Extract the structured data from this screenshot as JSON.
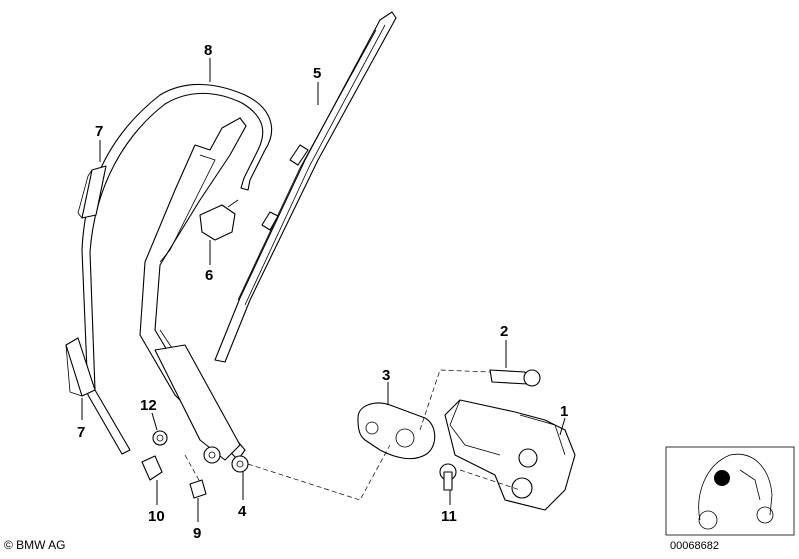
{
  "callouts": [
    {
      "id": "c1",
      "label": "1"
    },
    {
      "id": "c2",
      "label": "2"
    },
    {
      "id": "c3",
      "label": "3"
    },
    {
      "id": "c4",
      "label": "4"
    },
    {
      "id": "c5",
      "label": "5"
    },
    {
      "id": "c6",
      "label": "6"
    },
    {
      "id": "c7a",
      "label": "7"
    },
    {
      "id": "c7b",
      "label": "7"
    },
    {
      "id": "c8",
      "label": "8"
    },
    {
      "id": "c9",
      "label": "9"
    },
    {
      "id": "c10",
      "label": "10"
    },
    {
      "id": "c11",
      "label": "11"
    },
    {
      "id": "c12",
      "label": "12"
    }
  ],
  "footer": {
    "copyright": "© BMW AG",
    "doc_number": "00068682"
  },
  "colors": {
    "line": "#000000",
    "background": "#ffffff",
    "inset_marker": "#000000"
  }
}
